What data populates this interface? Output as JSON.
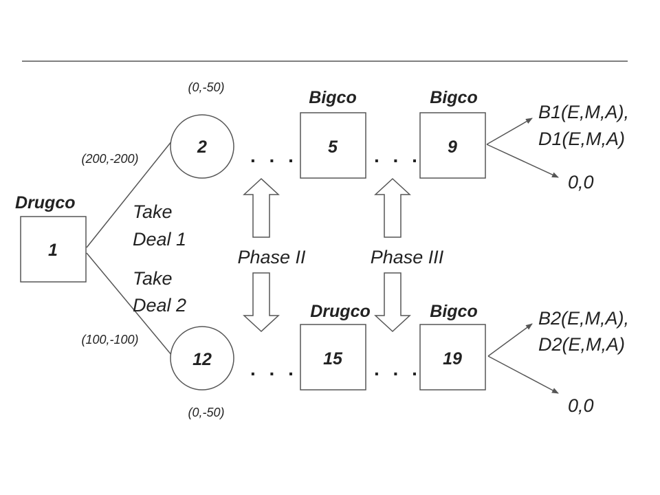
{
  "nodes": {
    "n1": {
      "label": "1",
      "owner": "Drugco"
    },
    "n2": {
      "label": "2",
      "payoff_top": "(0,-50)",
      "payoff_left": "(200,-200)"
    },
    "n5": {
      "label": "5",
      "owner": "Bigco"
    },
    "n9": {
      "label": "9",
      "owner": "Bigco"
    },
    "n12": {
      "label": "12",
      "payoff_bottom": "(0,-50)",
      "payoff_left": "(100,-100)"
    },
    "n15": {
      "label": "15",
      "owner": "Drugco"
    },
    "n19": {
      "label": "19",
      "owner": "Bigco"
    }
  },
  "choices": {
    "deal1": {
      "line1": "Take",
      "line2": "Deal 1"
    },
    "deal2": {
      "line1": "Take",
      "line2": "Deal 2"
    }
  },
  "phases": {
    "phase2": "Phase II",
    "phase3": "Phase III"
  },
  "ellipsis": ". . .",
  "outcomes": {
    "top": {
      "line1": "B1(E,M,A),",
      "line2": "D1(E,M,A)",
      "zero": "0,0"
    },
    "bottom": {
      "line1": "B2(E,M,A),",
      "line2": "D2(E,M,A)",
      "zero": "0,0"
    }
  }
}
